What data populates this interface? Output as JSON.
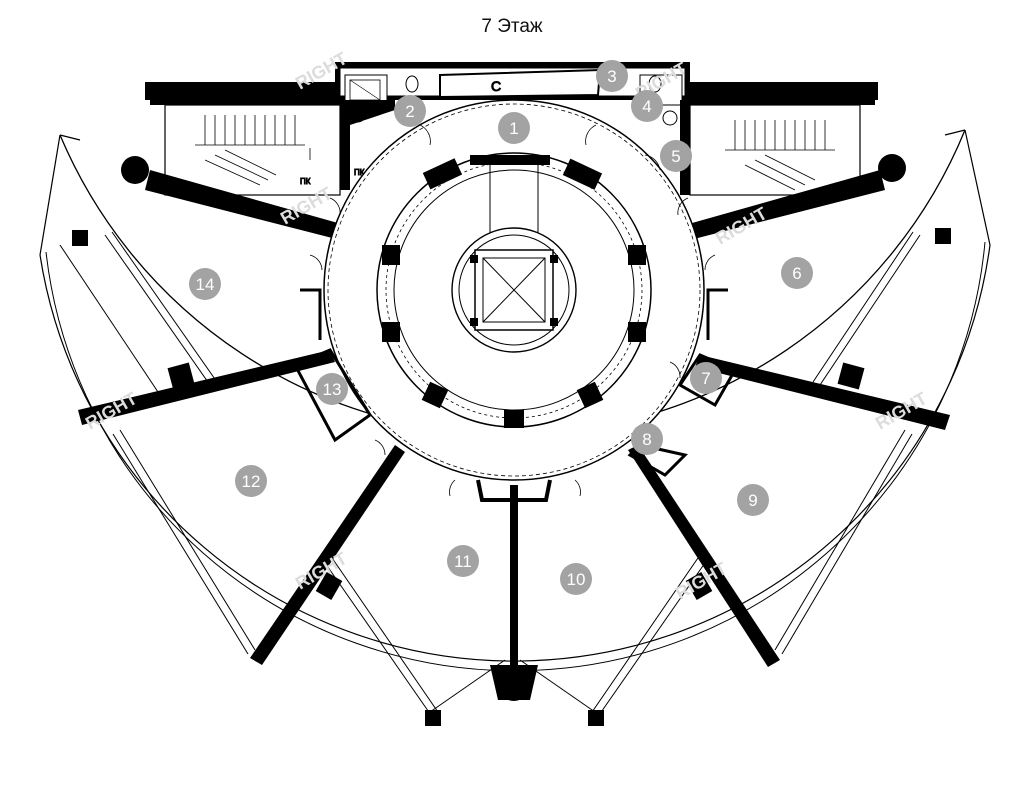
{
  "floor": {
    "title": "7 Этаж"
  },
  "labels": {
    "corridor": "С",
    "fire_hydrant": "ПК"
  },
  "watermark": "RIGHT",
  "rooms": [
    {
      "id": "1"
    },
    {
      "id": "2"
    },
    {
      "id": "3"
    },
    {
      "id": "4"
    },
    {
      "id": "5"
    },
    {
      "id": "6"
    },
    {
      "id": "7"
    },
    {
      "id": "8"
    },
    {
      "id": "9"
    },
    {
      "id": "10"
    },
    {
      "id": "11"
    },
    {
      "id": "12"
    },
    {
      "id": "13"
    },
    {
      "id": "14"
    }
  ],
  "colors": {
    "wall": "#000000",
    "badge": "#a3a3a3",
    "badge_text": "#ffffff",
    "background": "#ffffff"
  }
}
